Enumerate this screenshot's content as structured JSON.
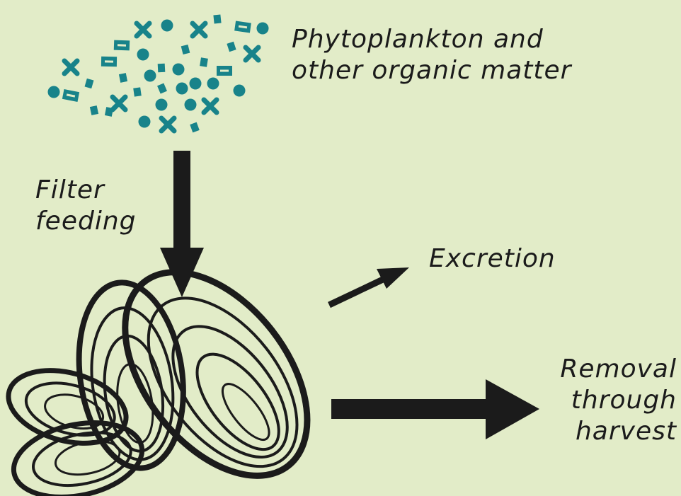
{
  "colors": {
    "background": "#e2ecc8",
    "particles": "#18838a",
    "arrows": "#1b1b1b",
    "outline": "#1b1b1b"
  },
  "labels": {
    "phytoplankton": [
      "Phytoplankton and",
      "other organic matter"
    ],
    "filter_feeding": [
      "Filter",
      "feeding"
    ],
    "excretion": [
      "Excretion"
    ],
    "removal": [
      "Removal",
      "through",
      "harvest"
    ]
  },
  "icons": {
    "particles": "plankton-particles-icon",
    "bivalves": "mussel-shells-icon"
  }
}
